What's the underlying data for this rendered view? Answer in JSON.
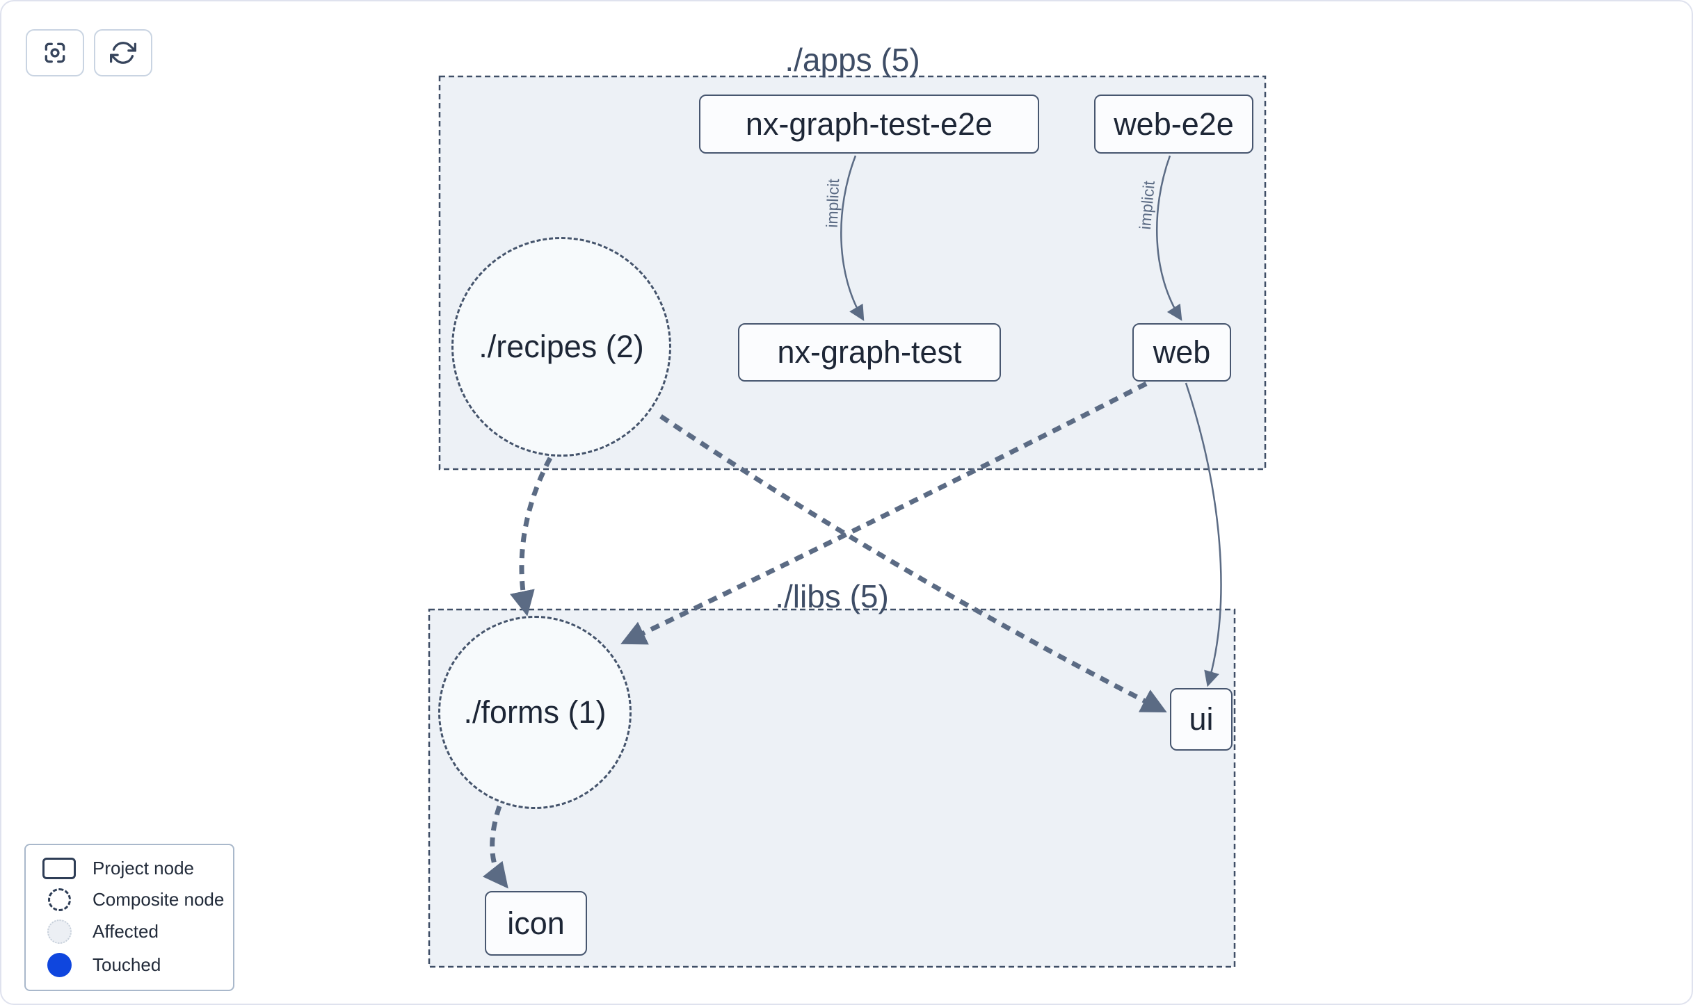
{
  "toolbar": {
    "buttons": [
      {
        "name": "center-graph",
        "icon": "focus-icon"
      },
      {
        "name": "refresh-graph",
        "icon": "refresh-icon"
      }
    ]
  },
  "graph": {
    "clusters": [
      {
        "id": "apps",
        "title": "./apps (5)"
      },
      {
        "id": "libs",
        "title": "./libs (5)"
      }
    ],
    "nodes": [
      {
        "id": "nx-graph-test-e2e",
        "label": "nx-graph-test-e2e",
        "type": "project",
        "cluster": "apps"
      },
      {
        "id": "web-e2e",
        "label": "web-e2e",
        "type": "project",
        "cluster": "apps"
      },
      {
        "id": "nx-graph-test",
        "label": "nx-graph-test",
        "type": "project",
        "cluster": "apps"
      },
      {
        "id": "web",
        "label": "web",
        "type": "project",
        "cluster": "apps"
      },
      {
        "id": "recipes",
        "label": "./recipes (2)",
        "type": "composite",
        "cluster": "apps"
      },
      {
        "id": "forms",
        "label": "./forms (1)",
        "type": "composite",
        "cluster": "libs"
      },
      {
        "id": "ui",
        "label": "ui",
        "type": "project",
        "cluster": "libs"
      },
      {
        "id": "icon",
        "label": "icon",
        "type": "project",
        "cluster": "libs"
      }
    ],
    "edges": [
      {
        "from": "nx-graph-test-e2e",
        "to": "nx-graph-test",
        "label": "implicit",
        "style": "solid"
      },
      {
        "from": "web-e2e",
        "to": "web",
        "label": "implicit",
        "style": "solid"
      },
      {
        "from": "web",
        "to": "ui",
        "label": "",
        "style": "solid"
      },
      {
        "from": "recipes",
        "to": "forms",
        "label": "",
        "style": "dashed"
      },
      {
        "from": "recipes",
        "to": "ui",
        "label": "",
        "style": "dashed"
      },
      {
        "from": "web",
        "to": "forms",
        "label": "",
        "style": "dashed"
      },
      {
        "from": "forms",
        "to": "icon",
        "label": "",
        "style": "dashed"
      }
    ]
  },
  "legend": {
    "items": [
      {
        "swatch": "project-node",
        "label": "Project node"
      },
      {
        "swatch": "composite-node",
        "label": "Composite node"
      },
      {
        "swatch": "affected",
        "label": "Affected"
      },
      {
        "swatch": "touched",
        "label": "Touched"
      }
    ]
  },
  "colors": {
    "touched": "#0f46de",
    "affected_fill": "#eceff4",
    "edge": "#5b6b84",
    "node_border": "#47566f",
    "node_text": "#1d2636",
    "cluster_fill": "#edf1f6",
    "cluster_border": "#3f4e66",
    "title_text": "#3e4d66",
    "button_border": "#c9d4e2",
    "page_border": "#dfe2ee"
  }
}
